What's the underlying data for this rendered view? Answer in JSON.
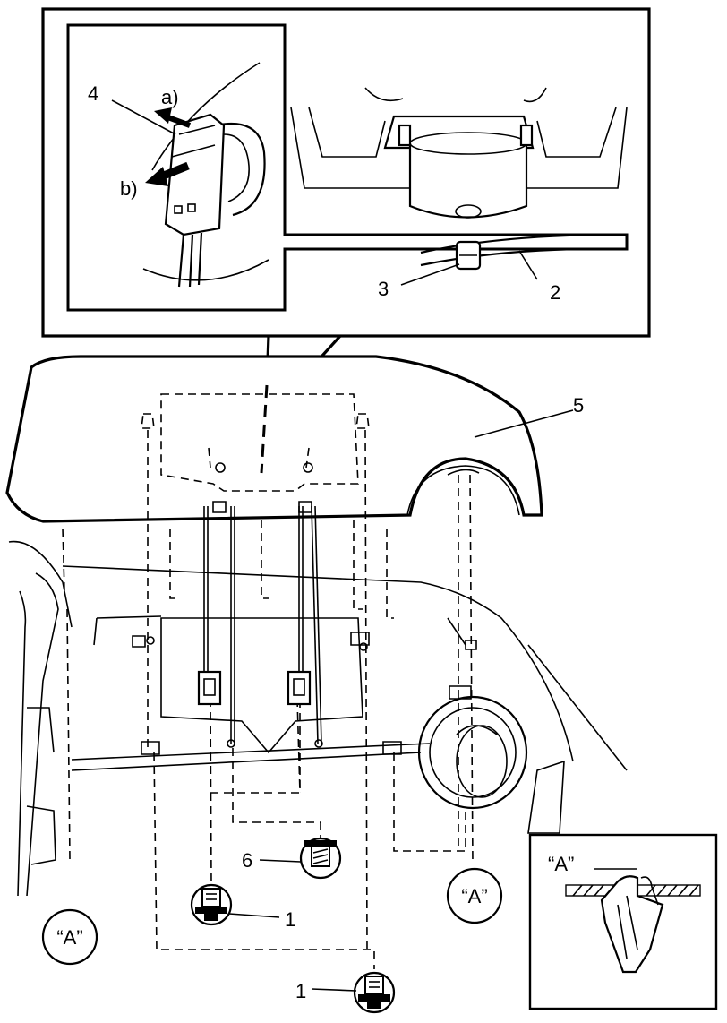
{
  "callouts": {
    "c1a": "1",
    "c1b": "1",
    "c2": "2",
    "c3": "3",
    "c4": "4",
    "c5": "5",
    "c6": "6",
    "step_a": "a)",
    "step_b": "b)",
    "ref_a_left": "“A”",
    "ref_a_center": "“A”",
    "ref_a_inset": "“A”"
  },
  "icons": {
    "bolt": "bolt-icon",
    "clip": "trim-clip-icon",
    "connector": "connector-icon",
    "motor": "wiper-motor-icon"
  }
}
